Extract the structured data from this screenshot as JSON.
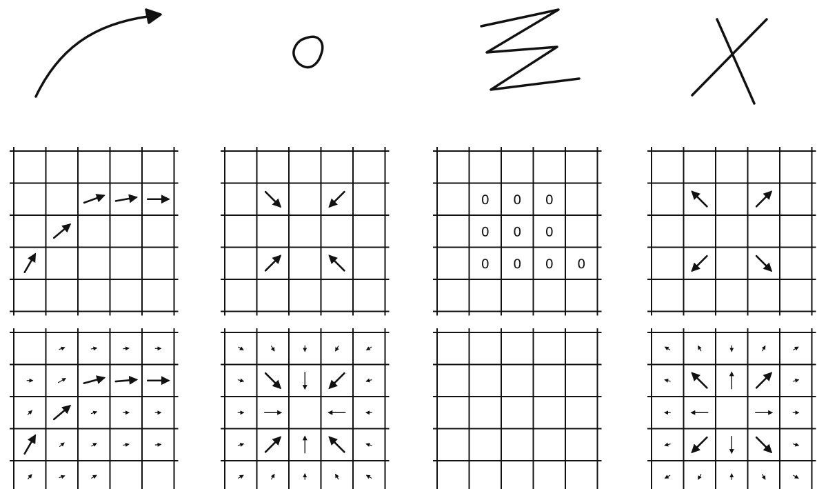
{
  "colors": {
    "ink": "#111111",
    "background": "#ffffff"
  },
  "strokes": [
    {
      "name": "curved-arrow-stroke",
      "label": ""
    },
    {
      "name": "small-loop-stroke",
      "label": ""
    },
    {
      "name": "zigzag-stroke",
      "label": ""
    },
    {
      "name": "cross-x-stroke",
      "label": ""
    }
  ],
  "grid_rows": [
    {
      "name": "input-grid-row",
      "panels": [
        {
          "name": "arrow-grid-curve",
          "cells": [
            {
              "row": 1,
              "col": 2,
              "type": "arrow",
              "angle": 20,
              "strength": 1
            },
            {
              "row": 1,
              "col": 3,
              "type": "arrow",
              "angle": 10,
              "strength": 1
            },
            {
              "row": 1,
              "col": 4,
              "type": "arrow",
              "angle": 0,
              "strength": 1
            },
            {
              "row": 2,
              "col": 1,
              "type": "arrow",
              "angle": 40,
              "strength": 1
            },
            {
              "row": 3,
              "col": 0,
              "type": "arrow",
              "angle": 60,
              "strength": 1
            }
          ]
        },
        {
          "name": "arrow-grid-loop",
          "cells": [
            {
              "row": 1,
              "col": 1,
              "type": "arrow",
              "angle": -45,
              "strength": 1
            },
            {
              "row": 1,
              "col": 3,
              "type": "arrow",
              "angle": -135,
              "strength": 1
            },
            {
              "row": 3,
              "col": 1,
              "type": "arrow",
              "angle": 45,
              "strength": 1
            },
            {
              "row": 3,
              "col": 3,
              "type": "arrow",
              "angle": 135,
              "strength": 1
            }
          ]
        },
        {
          "name": "zero-grid-zigzag",
          "cells": [
            {
              "row": 1,
              "col": 1,
              "type": "text",
              "text": "0"
            },
            {
              "row": 1,
              "col": 2,
              "type": "text",
              "text": "0"
            },
            {
              "row": 1,
              "col": 3,
              "type": "text",
              "text": "0"
            },
            {
              "row": 2,
              "col": 1,
              "type": "text",
              "text": "0"
            },
            {
              "row": 2,
              "col": 2,
              "type": "text",
              "text": "0"
            },
            {
              "row": 2,
              "col": 3,
              "type": "text",
              "text": "0"
            },
            {
              "row": 3,
              "col": 1,
              "type": "text",
              "text": "0"
            },
            {
              "row": 3,
              "col": 2,
              "type": "text",
              "text": "0"
            },
            {
              "row": 3,
              "col": 3,
              "type": "text",
              "text": "0"
            },
            {
              "row": 3,
              "col": 4,
              "type": "text",
              "text": "0"
            }
          ]
        },
        {
          "name": "arrow-grid-cross",
          "cells": [
            {
              "row": 1,
              "col": 1,
              "type": "arrow",
              "angle": 135,
              "strength": 1
            },
            {
              "row": 1,
              "col": 3,
              "type": "arrow",
              "angle": 45,
              "strength": 1
            },
            {
              "row": 3,
              "col": 1,
              "type": "arrow",
              "angle": -135,
              "strength": 1
            },
            {
              "row": 3,
              "col": 3,
              "type": "arrow",
              "angle": -45,
              "strength": 1
            }
          ]
        }
      ]
    },
    {
      "name": "output-grid-row",
      "panels": [
        {
          "name": "field-grid-curve",
          "cells": [
            {
              "row": 0,
              "col": 1,
              "type": "arrow",
              "angle": 20,
              "strength": 0.25
            },
            {
              "row": 0,
              "col": 2,
              "type": "arrow",
              "angle": 10,
              "strength": 0.25
            },
            {
              "row": 0,
              "col": 3,
              "type": "arrow",
              "angle": 5,
              "strength": 0.25
            },
            {
              "row": 0,
              "col": 4,
              "type": "arrow",
              "angle": 0,
              "strength": 0.25
            },
            {
              "row": 1,
              "col": 0,
              "type": "arrow",
              "angle": 0,
              "strength": 0.25
            },
            {
              "row": 1,
              "col": 1,
              "type": "arrow",
              "angle": 30,
              "strength": 0.3
            },
            {
              "row": 1,
              "col": 2,
              "type": "arrow",
              "angle": 15,
              "strength": 1
            },
            {
              "row": 1,
              "col": 3,
              "type": "arrow",
              "angle": 5,
              "strength": 1
            },
            {
              "row": 1,
              "col": 4,
              "type": "arrow",
              "angle": 0,
              "strength": 1
            },
            {
              "row": 2,
              "col": 0,
              "type": "arrow",
              "angle": 45,
              "strength": 0.25
            },
            {
              "row": 2,
              "col": 1,
              "type": "arrow",
              "angle": 40,
              "strength": 1
            },
            {
              "row": 2,
              "col": 2,
              "type": "arrow",
              "angle": 20,
              "strength": 0.25
            },
            {
              "row": 2,
              "col": 3,
              "type": "arrow",
              "angle": 0,
              "strength": 0.25
            },
            {
              "row": 2,
              "col": 4,
              "type": "arrow",
              "angle": 0,
              "strength": 0.25
            },
            {
              "row": 3,
              "col": 0,
              "type": "arrow",
              "angle": 60,
              "strength": 1
            },
            {
              "row": 3,
              "col": 1,
              "type": "arrow",
              "angle": 40,
              "strength": 0.25
            },
            {
              "row": 3,
              "col": 2,
              "type": "arrow",
              "angle": 30,
              "strength": 0.25
            },
            {
              "row": 3,
              "col": 3,
              "type": "arrow",
              "angle": 10,
              "strength": 0.25
            },
            {
              "row": 3,
              "col": 4,
              "type": "arrow",
              "angle": 5,
              "strength": 0.25
            },
            {
              "row": 4,
              "col": 0,
              "type": "arrow",
              "angle": 50,
              "strength": 0.25
            },
            {
              "row": 4,
              "col": 1,
              "type": "arrow",
              "angle": 20,
              "strength": 0.25
            },
            {
              "row": 4,
              "col": 2,
              "type": "arrow",
              "angle": 30,
              "strength": 0.2
            }
          ]
        },
        {
          "name": "field-grid-loop",
          "cells": [
            {
              "row": 0,
              "col": 0,
              "type": "arrow",
              "angle": -30,
              "strength": 0.25
            },
            {
              "row": 0,
              "col": 1,
              "type": "arrow",
              "angle": -60,
              "strength": 0.25
            },
            {
              "row": 0,
              "col": 2,
              "type": "arrow",
              "angle": -90,
              "strength": 0.25
            },
            {
              "row": 0,
              "col": 3,
              "type": "arrow",
              "angle": -120,
              "strength": 0.25
            },
            {
              "row": 0,
              "col": 4,
              "type": "arrow",
              "angle": -150,
              "strength": 0.25
            },
            {
              "row": 1,
              "col": 0,
              "type": "arrow",
              "angle": -15,
              "strength": 0.25
            },
            {
              "row": 1,
              "col": 1,
              "type": "arrow",
              "angle": -45,
              "strength": 1
            },
            {
              "row": 1,
              "col": 2,
              "type": "arrow",
              "angle": -90,
              "strength": 0.5
            },
            {
              "row": 1,
              "col": 3,
              "type": "arrow",
              "angle": -135,
              "strength": 1
            },
            {
              "row": 1,
              "col": 4,
              "type": "arrow",
              "angle": -165,
              "strength": 0.25
            },
            {
              "row": 2,
              "col": 0,
              "type": "arrow",
              "angle": 0,
              "strength": 0.25
            },
            {
              "row": 2,
              "col": 1,
              "type": "arrow",
              "angle": 0,
              "strength": 0.5
            },
            {
              "row": 2,
              "col": 3,
              "type": "arrow",
              "angle": 180,
              "strength": 0.5
            },
            {
              "row": 2,
              "col": 4,
              "type": "arrow",
              "angle": 180,
              "strength": 0.25
            },
            {
              "row": 3,
              "col": 0,
              "type": "arrow",
              "angle": 15,
              "strength": 0.25
            },
            {
              "row": 3,
              "col": 1,
              "type": "arrow",
              "angle": 45,
              "strength": 1
            },
            {
              "row": 3,
              "col": 2,
              "type": "arrow",
              "angle": 90,
              "strength": 0.5
            },
            {
              "row": 3,
              "col": 3,
              "type": "arrow",
              "angle": 135,
              "strength": 1
            },
            {
              "row": 3,
              "col": 4,
              "type": "arrow",
              "angle": 165,
              "strength": 0.25
            },
            {
              "row": 4,
              "col": 0,
              "type": "arrow",
              "angle": 30,
              "strength": 0.25
            },
            {
              "row": 4,
              "col": 1,
              "type": "arrow",
              "angle": 60,
              "strength": 0.25
            },
            {
              "row": 4,
              "col": 2,
              "type": "arrow",
              "angle": 90,
              "strength": 0.25
            },
            {
              "row": 4,
              "col": 3,
              "type": "arrow",
              "angle": 120,
              "strength": 0.25
            },
            {
              "row": 4,
              "col": 4,
              "type": "arrow",
              "angle": 150,
              "strength": 0.25
            }
          ]
        },
        {
          "name": "empty-grid-zigzag",
          "cells": []
        },
        {
          "name": "field-grid-cross",
          "cells": [
            {
              "row": 0,
              "col": 0,
              "type": "arrow",
              "angle": 150,
              "strength": 0.25
            },
            {
              "row": 0,
              "col": 1,
              "type": "arrow",
              "angle": 120,
              "strength": 0.25
            },
            {
              "row": 0,
              "col": 2,
              "type": "arrow",
              "angle": -90,
              "strength": 0.25
            },
            {
              "row": 0,
              "col": 3,
              "type": "arrow",
              "angle": 60,
              "strength": 0.25
            },
            {
              "row": 0,
              "col": 4,
              "type": "arrow",
              "angle": 30,
              "strength": 0.25
            },
            {
              "row": 1,
              "col": 0,
              "type": "arrow",
              "angle": 165,
              "strength": 0.25
            },
            {
              "row": 1,
              "col": 1,
              "type": "arrow",
              "angle": 135,
              "strength": 1
            },
            {
              "row": 1,
              "col": 2,
              "type": "arrow",
              "angle": 90,
              "strength": 0.5
            },
            {
              "row": 1,
              "col": 3,
              "type": "arrow",
              "angle": 45,
              "strength": 1
            },
            {
              "row": 1,
              "col": 4,
              "type": "arrow",
              "angle": 15,
              "strength": 0.25
            },
            {
              "row": 2,
              "col": 0,
              "type": "arrow",
              "angle": 180,
              "strength": 0.25
            },
            {
              "row": 2,
              "col": 1,
              "type": "arrow",
              "angle": 180,
              "strength": 0.5
            },
            {
              "row": 2,
              "col": 3,
              "type": "arrow",
              "angle": 0,
              "strength": 0.5
            },
            {
              "row": 2,
              "col": 4,
              "type": "arrow",
              "angle": 0,
              "strength": 0.25
            },
            {
              "row": 3,
              "col": 0,
              "type": "arrow",
              "angle": -165,
              "strength": 0.25
            },
            {
              "row": 3,
              "col": 1,
              "type": "arrow",
              "angle": -135,
              "strength": 1
            },
            {
              "row": 3,
              "col": 2,
              "type": "arrow",
              "angle": -90,
              "strength": 0.5
            },
            {
              "row": 3,
              "col": 3,
              "type": "arrow",
              "angle": -45,
              "strength": 1
            },
            {
              "row": 3,
              "col": 4,
              "type": "arrow",
              "angle": -15,
              "strength": 0.25
            },
            {
              "row": 4,
              "col": 0,
              "type": "arrow",
              "angle": -150,
              "strength": 0.25
            },
            {
              "row": 4,
              "col": 1,
              "type": "arrow",
              "angle": -120,
              "strength": 0.25
            },
            {
              "row": 4,
              "col": 2,
              "type": "arrow",
              "angle": 90,
              "strength": 0.25
            },
            {
              "row": 4,
              "col": 3,
              "type": "arrow",
              "angle": -60,
              "strength": 0.25
            },
            {
              "row": 4,
              "col": 4,
              "type": "arrow",
              "angle": -30,
              "strength": 0.25
            }
          ]
        }
      ]
    }
  ]
}
